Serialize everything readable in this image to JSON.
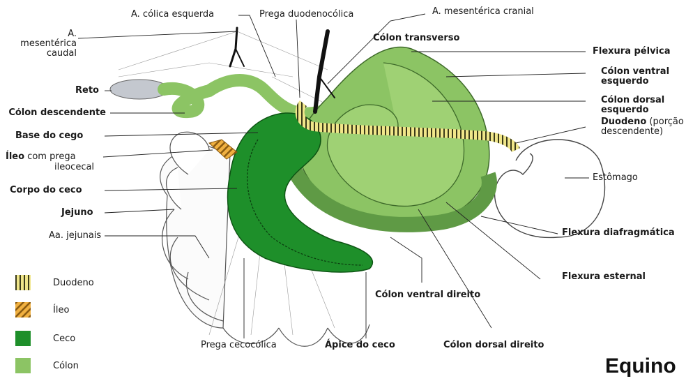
{
  "labels": {
    "colica_esquerda": "A. cólica esquerda",
    "prega_duodenocolica": "Prega duodenocólica",
    "mesenterica_cranial": "A. mesentérica cranial",
    "mesenterica_caudal": "A. mesentérica\ncaudal",
    "colon_transverso": "Cólon transverso",
    "flexura_pelvica": "Flexura pélvica",
    "reto": "Reto",
    "colon_ventral_esquerdo": "Cólon ventral\nesquerdo",
    "colon_descendente": "Cólon descendente",
    "colon_dorsal_esquerdo": "Cólon dorsal\nesquerdo",
    "base_ceco": "Base do cego",
    "duodeno_label": "Duodeno",
    "duodeno_porcao": " (porção",
    "descendente": "descendente)",
    "ileo_label": "Íleo",
    "ileo_prega": " com prega",
    "ileocecal": "ileocecal",
    "corpo_ceco": "Corpo do ceco",
    "estomago": "Estômago",
    "jejuno": "Jejuno",
    "aa_jejunais": "Aa. jejunais",
    "flexura_diafragmatica": "Flexura diafragmática",
    "flexura_esternal": "Flexura esternal",
    "colon_ventral_direito": "Cólon ventral direito",
    "prega_cecocolica": "Prega cecocólica",
    "apice_ceco": "Ápice do ceco",
    "colon_dorsal_direito": "Cólon dorsal direito"
  },
  "legend": [
    {
      "label": "Duodeno",
      "color": "#e6dc7a",
      "pattern": "vertical-stripes"
    },
    {
      "label": "Íleo",
      "color": "#e8a030",
      "pattern": "diagonal-stripes"
    },
    {
      "label": "Ceco",
      "color": "#1e8f2a",
      "pattern": "solid"
    },
    {
      "label": "Cólon",
      "color": "#8cc464",
      "pattern": "solid"
    }
  ],
  "species": "Equino",
  "colors": {
    "ceco": "#1e8f2a",
    "colon": "#8cc464",
    "colon_dark": "#5f9a45",
    "duodeno": "#e6dc7a",
    "reto": "#c4c8cf"
  }
}
